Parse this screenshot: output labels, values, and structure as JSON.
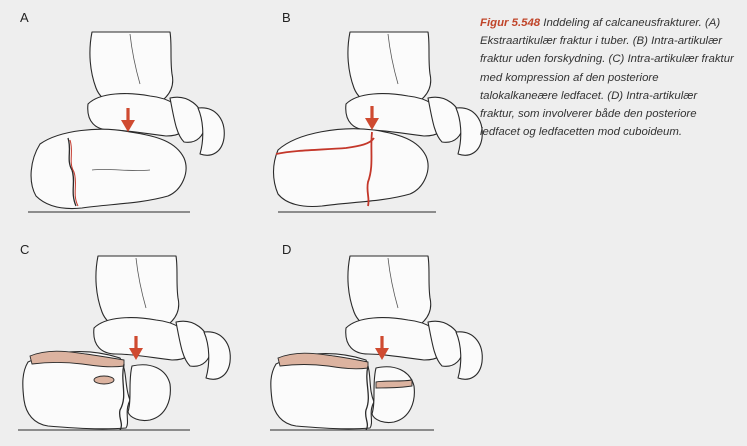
{
  "panels": [
    {
      "label": "A",
      "variant": "extraarticular-tuber"
    },
    {
      "label": "B",
      "variant": "intraarticular-no-displacement"
    },
    {
      "label": "C",
      "variant": "intraarticular-compression-posterior-facet"
    },
    {
      "label": "D",
      "variant": "intraarticular-both-facets"
    }
  ],
  "caption": {
    "figure_label": "Figur 5.548",
    "text": " Inddeling af calcaneusfrakturer. (A) Ekstraartikulær fraktur i tuber. (B) Intra-artikulær fraktur uden forskydning. (C) Intra-artikulær fraktur med kompression af den posteriore talokalkaneære ledfacet. (D) Intra-artikulær fraktur, som involverer både den posteriore ledfacet og ledfacetten mod cuboideum."
  },
  "colors": {
    "fracture": "#c4372a",
    "arrow": "#cf4a30",
    "crush": "#dcb3a0",
    "figure_label": "#c0452a"
  }
}
